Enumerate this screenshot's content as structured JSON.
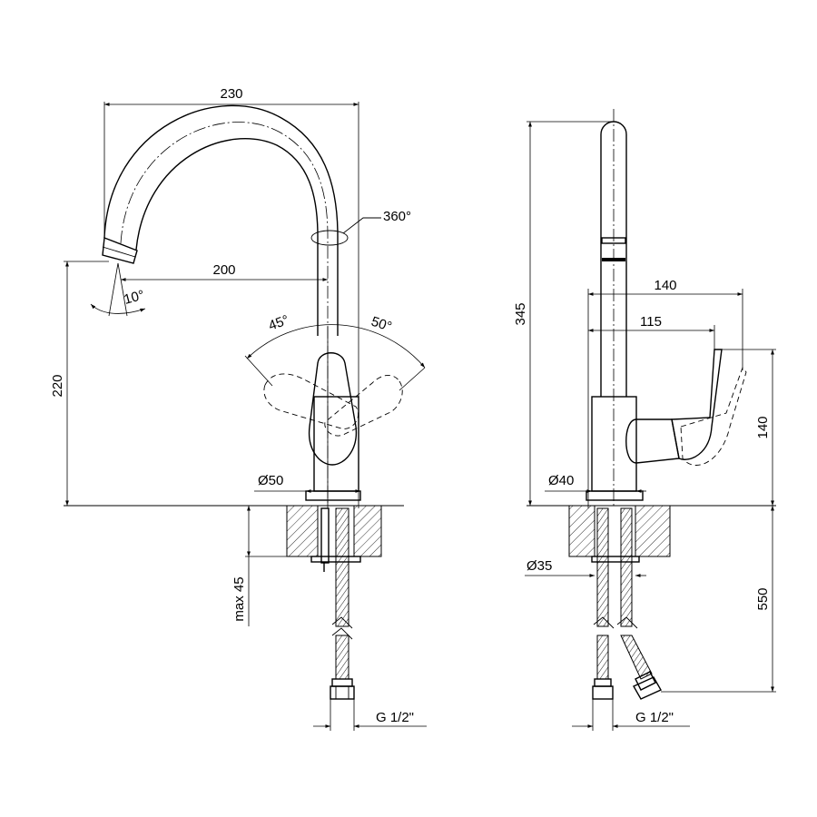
{
  "front_view": {
    "dim_reach_overall": "230",
    "dim_rotation": "360°",
    "dim_reach_spout": "200",
    "dim_tilt": "10°",
    "dim_lever_left": "45°",
    "dim_lever_right": "50°",
    "dim_height": "220",
    "dim_base_diameter": "Ø50",
    "dim_max_counter": "max 45",
    "dim_thread": "G 1/2\""
  },
  "side_view": {
    "dim_total_height": "345",
    "dim_depth_outer": "140",
    "dim_depth_inner": "115",
    "dim_lever_height": "140",
    "dim_body_diameter": "Ø40",
    "dim_hole_diameter": "Ø35",
    "dim_hose_length": "550",
    "dim_thread": "G 1/2\""
  }
}
